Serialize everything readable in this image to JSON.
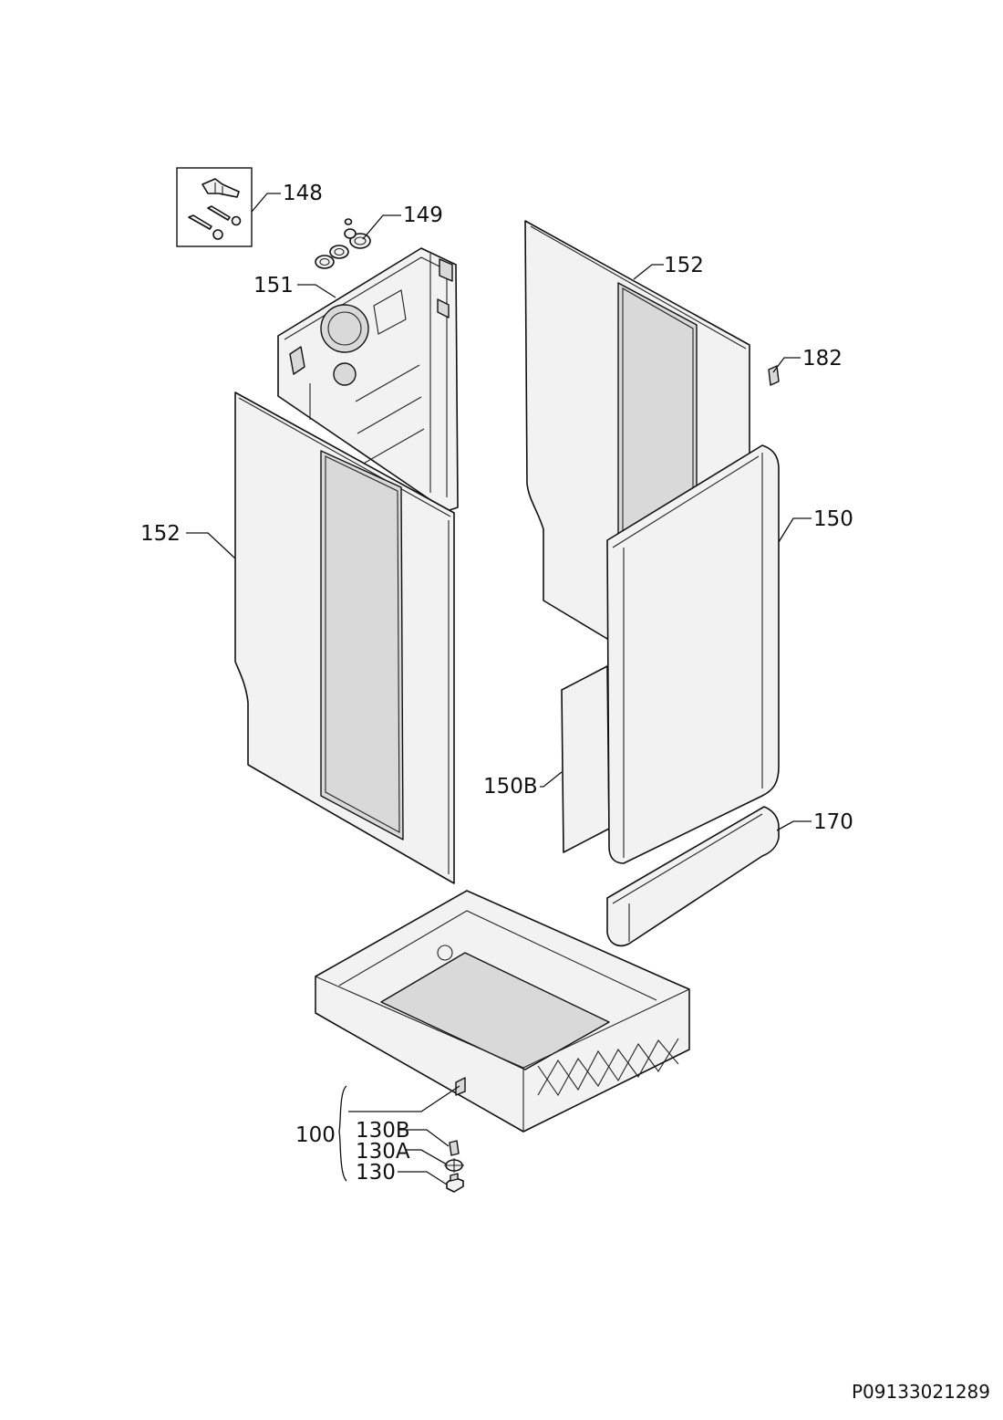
{
  "callouts": {
    "c148": "148",
    "c149": "149",
    "c151": "151",
    "c152_left": "152",
    "c152_right": "152",
    "c182": "182",
    "c150": "150",
    "c150b": "150B",
    "c170": "170",
    "c100": "100",
    "c130b": "130B",
    "c130a": "130A",
    "c130": "130"
  },
  "document_id": "P09133021289"
}
